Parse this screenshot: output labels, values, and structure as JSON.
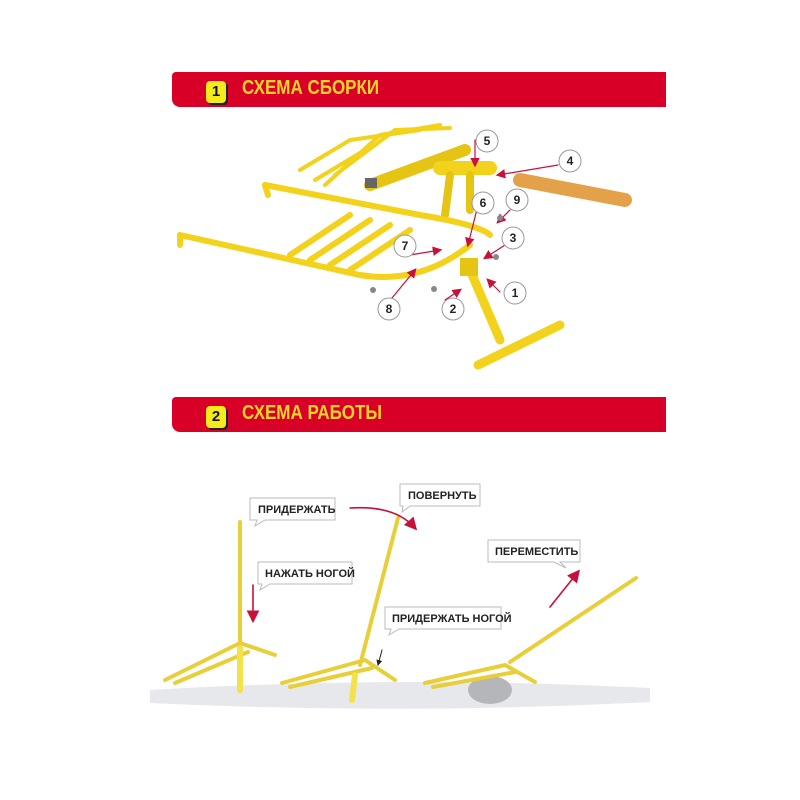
{
  "section1": {
    "number": "1",
    "title": "СХЕМА СБОРКИ"
  },
  "section2": {
    "number": "2",
    "title": "СХЕМА РАБОТЫ"
  },
  "parts": [
    "1",
    "2",
    "3",
    "4",
    "5",
    "6",
    "7",
    "8",
    "9"
  ],
  "actions": {
    "hold": "ПРИДЕРЖАТЬ",
    "turn": "ПОВЕРНУТЬ",
    "press_foot": "НАЖАТЬ НОГОЙ",
    "hold_foot": "ПРИДЕРЖАТЬ НОГОЙ",
    "move": "ПЕРЕМЕСТИТЬ"
  },
  "colors": {
    "banner": "#d90028",
    "title": "#f7d428",
    "frame": "#f2d21a",
    "arrow": "#c8103a",
    "handle": "#e8a84a"
  }
}
